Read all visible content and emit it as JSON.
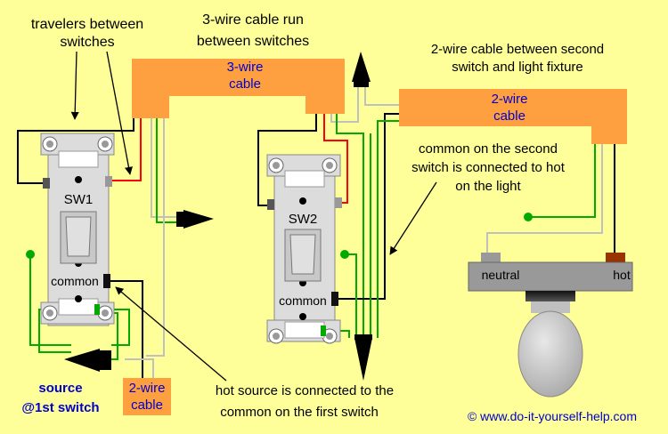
{
  "labels": {
    "travelers_line1": "travelers between",
    "travelers_line2": "switches",
    "three_wire_run_line1": "3-wire cable run",
    "three_wire_run_line2": "between switches",
    "two_wire_second_line1": "2-wire cable between second",
    "two_wire_second_line2": "switch and light fixture",
    "common_second_line1": "common on the second",
    "common_second_line2": "switch is connected to hot",
    "common_second_line3": "on the light",
    "hot_source_line1": "hot source is connected to the",
    "hot_source_line2": "common on the first switch",
    "source_line1": "source",
    "source_line2": "@1st switch",
    "copyright": "© www.do-it-yourself-help.com"
  },
  "cables": {
    "three_wire_line1": "3-wire",
    "three_wire_line2": "cable",
    "two_wire_fixture_line1": "2-wire",
    "two_wire_fixture_line2": "cable",
    "two_wire_source_line1": "2-wire",
    "two_wire_source_line2": "cable"
  },
  "switches": {
    "sw1_label": "SW1",
    "sw1_common": "common",
    "sw2_label": "SW2",
    "sw2_common": "common"
  },
  "fixture": {
    "neutral": "neutral",
    "hot": "hot"
  },
  "colors": {
    "background": "#ffff99",
    "cable_orange": "#ffa040",
    "label_blue": "#0000cc",
    "wire_red": "#ff0000",
    "wire_green": "#00aa00",
    "wire_gray": "#c0c0c0"
  }
}
